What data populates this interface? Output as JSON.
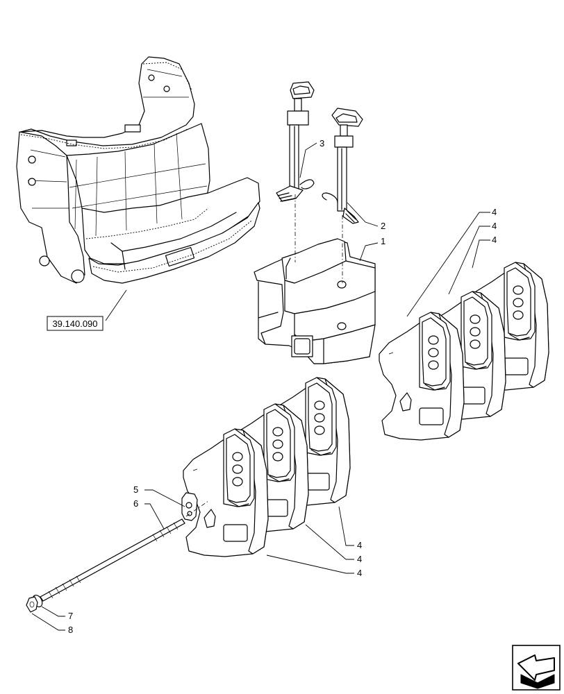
{
  "callouts": {
    "c1": "1",
    "c2": "2",
    "c3": "3",
    "c4a": "4",
    "c4b": "4",
    "c4c": "4",
    "c4d": "4",
    "c4e": "4",
    "c4f": "4",
    "c5": "5",
    "c6": "6",
    "c7": "7",
    "c8": "8"
  },
  "reference": {
    "label": "39.140.090"
  },
  "icons": {
    "nav": "next-page-arrow-icon"
  }
}
